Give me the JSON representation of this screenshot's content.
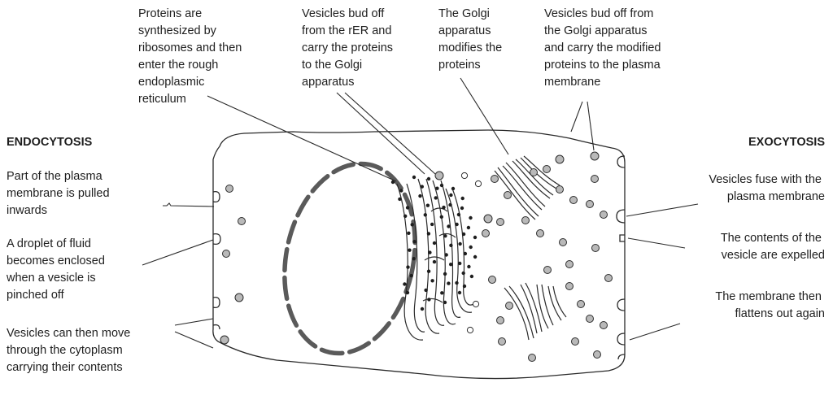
{
  "headings": {
    "endocytosis": "ENDOCYTOSIS",
    "exocytosis": "EXOCYTOSIS"
  },
  "top_labels": {
    "ribosomes": [
      "Proteins are",
      "synthesized by",
      "ribosomes and then",
      "enter the rough",
      "endoplasmic",
      "reticulum"
    ],
    "rer_vesicles": [
      "Vesicles bud off",
      "from the rER and",
      "carry the proteins",
      "to the Golgi",
      "apparatus"
    ],
    "golgi": [
      "The Golgi",
      "apparatus",
      "modifies the",
      "proteins"
    ],
    "golgi_vesicles": [
      "Vesicles bud off from",
      "the Golgi apparatus",
      "and carry the modified",
      "proteins to the plasma",
      "membrane"
    ]
  },
  "left_labels": {
    "pulled": [
      "Part of the plasma",
      "membrane is pulled",
      "inwards"
    ],
    "droplet": [
      "A droplet of fluid",
      "becomes enclosed",
      "when a vesicle is",
      "pinched off"
    ],
    "move": [
      "Vesicles can then move",
      "through the cytoplasm",
      "carrying their contents"
    ]
  },
  "right_labels": {
    "fuse": [
      "Vesicles fuse with the",
      "plasma membrane"
    ],
    "expelled": [
      "The contents of the",
      "vesicle are expelled"
    ],
    "flattens": [
      "The membrane then",
      "flattens out again"
    ]
  }
}
